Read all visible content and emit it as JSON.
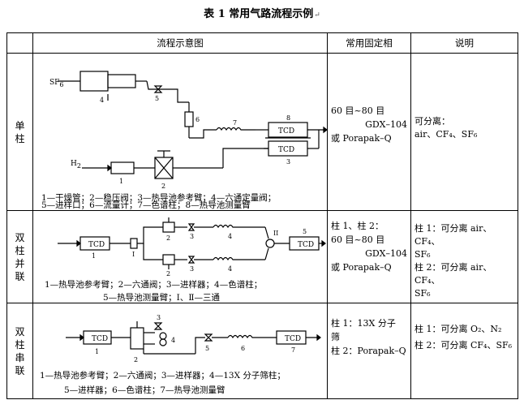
{
  "title": "表 1 常用气路流程示例",
  "return_mark": "↵",
  "headers": {
    "col_diagram": "流程示意图",
    "col_column": "常用固定相",
    "col_note": "说明"
  },
  "rows": [
    {
      "label": [
        "单",
        "柱"
      ],
      "diagram": {
        "labels": {
          "sf6": "SF",
          "sf6_sub": "6",
          "h2": "H",
          "h2_sub": "2",
          "tcd": "TCD",
          "n1": "1",
          "n2": "2",
          "n3": "3",
          "n4": "4",
          "n5": "5",
          "n6": "6",
          "n7": "7",
          "n8": "8"
        },
        "legend": [
          "1—干燥管；2—稳压阀；3—热导池参考臂；4—六通定量阀；",
          "5—进样口；6—流量计；7—色谱柱；8—热导池测量臂"
        ]
      },
      "stationary": [
        "60 目~80 目",
        "GDX–104",
        "或 Porapak–Q"
      ],
      "note": [
        "可分离：",
        "air、CF₄、SF₆"
      ]
    },
    {
      "label": [
        "双",
        "柱",
        "并",
        "联"
      ],
      "diagram": {
        "labels": {
          "tcd": "TCD",
          "n1": "1",
          "n2": "2",
          "n3": "3",
          "n4": "4",
          "n5": "5",
          "i": "I",
          "ii": "II"
        },
        "legend": [
          "1—热导池参考臂；2—六通阀；3—进样器；4—色谱柱；",
          "5—热导池测量臂；Ⅰ、Ⅱ—三通"
        ]
      },
      "stationary": [
        "柱 1、柱 2：",
        "60 目~80 目",
        "GDX–104",
        "或 Porapak–Q"
      ],
      "note": [
        "柱 1：可分离 air、CF₄、",
        "SF₆",
        "柱 2：可分离 air、CF₄、",
        "SF₆"
      ]
    },
    {
      "label": [
        "双",
        "柱",
        "串",
        "联"
      ],
      "diagram": {
        "labels": {
          "tcd": "TCD",
          "n1": "1",
          "n2": "2",
          "n3": "3",
          "n4": "4",
          "n5": "5",
          "n6": "6",
          "n7": "7"
        },
        "legend": [
          "1—热导池参考臂；2—六通阀；3—进样器；4—13X 分子筛柱；",
          "5—进样器；6—色谱柱；7—热导池测量臂"
        ]
      },
      "stationary": [
        "柱 1：13X 分子",
        "筛",
        "柱 2：Porapak–Q"
      ],
      "note": [
        "柱 1：可分离 O₂、N₂",
        "柱 2：可分离 CF₄、SF₆"
      ]
    }
  ]
}
